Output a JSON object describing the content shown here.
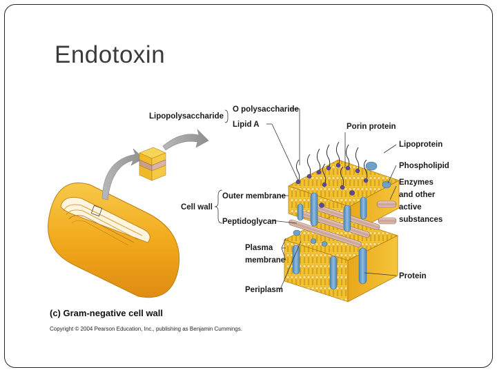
{
  "slide": {
    "title": "Endotoxin"
  },
  "figure": {
    "labels": {
      "lipopolysaccharide": "Lipopolysaccharide",
      "o_polysaccharide": "O polysaccharide",
      "lipid_a": "Lipid A",
      "porin_protein": "Porin protein",
      "lipoprotein": "Lipoprotein",
      "phospholipid": "Phospholipid",
      "enzymes_line1": "Enzymes",
      "enzymes_line2": "and other",
      "enzymes_line3": "active",
      "enzymes_line4": "substances",
      "cell_wall": "Cell wall",
      "outer_membrane": "Outer membrane",
      "peptidoglycan": "Peptidoglycan",
      "plasma_membrane_line1": "Plasma",
      "plasma_membrane_line2": "membrane",
      "periplasm": "Periplasm",
      "protein": "Protein"
    },
    "caption": "(c) Gram-negative cell wall",
    "copyright": "Copyright © 2004 Pearson Education, Inc., publishing as Benjamin Cummings."
  },
  "colors": {
    "membrane_yellow": "#f2c531",
    "membrane_orange": "#e6a51c",
    "protein_blue": "#6fa0c8",
    "peptidoglycan_pink": "#d9b7ad",
    "o_chain_purple": "#5a4a9a"
  }
}
